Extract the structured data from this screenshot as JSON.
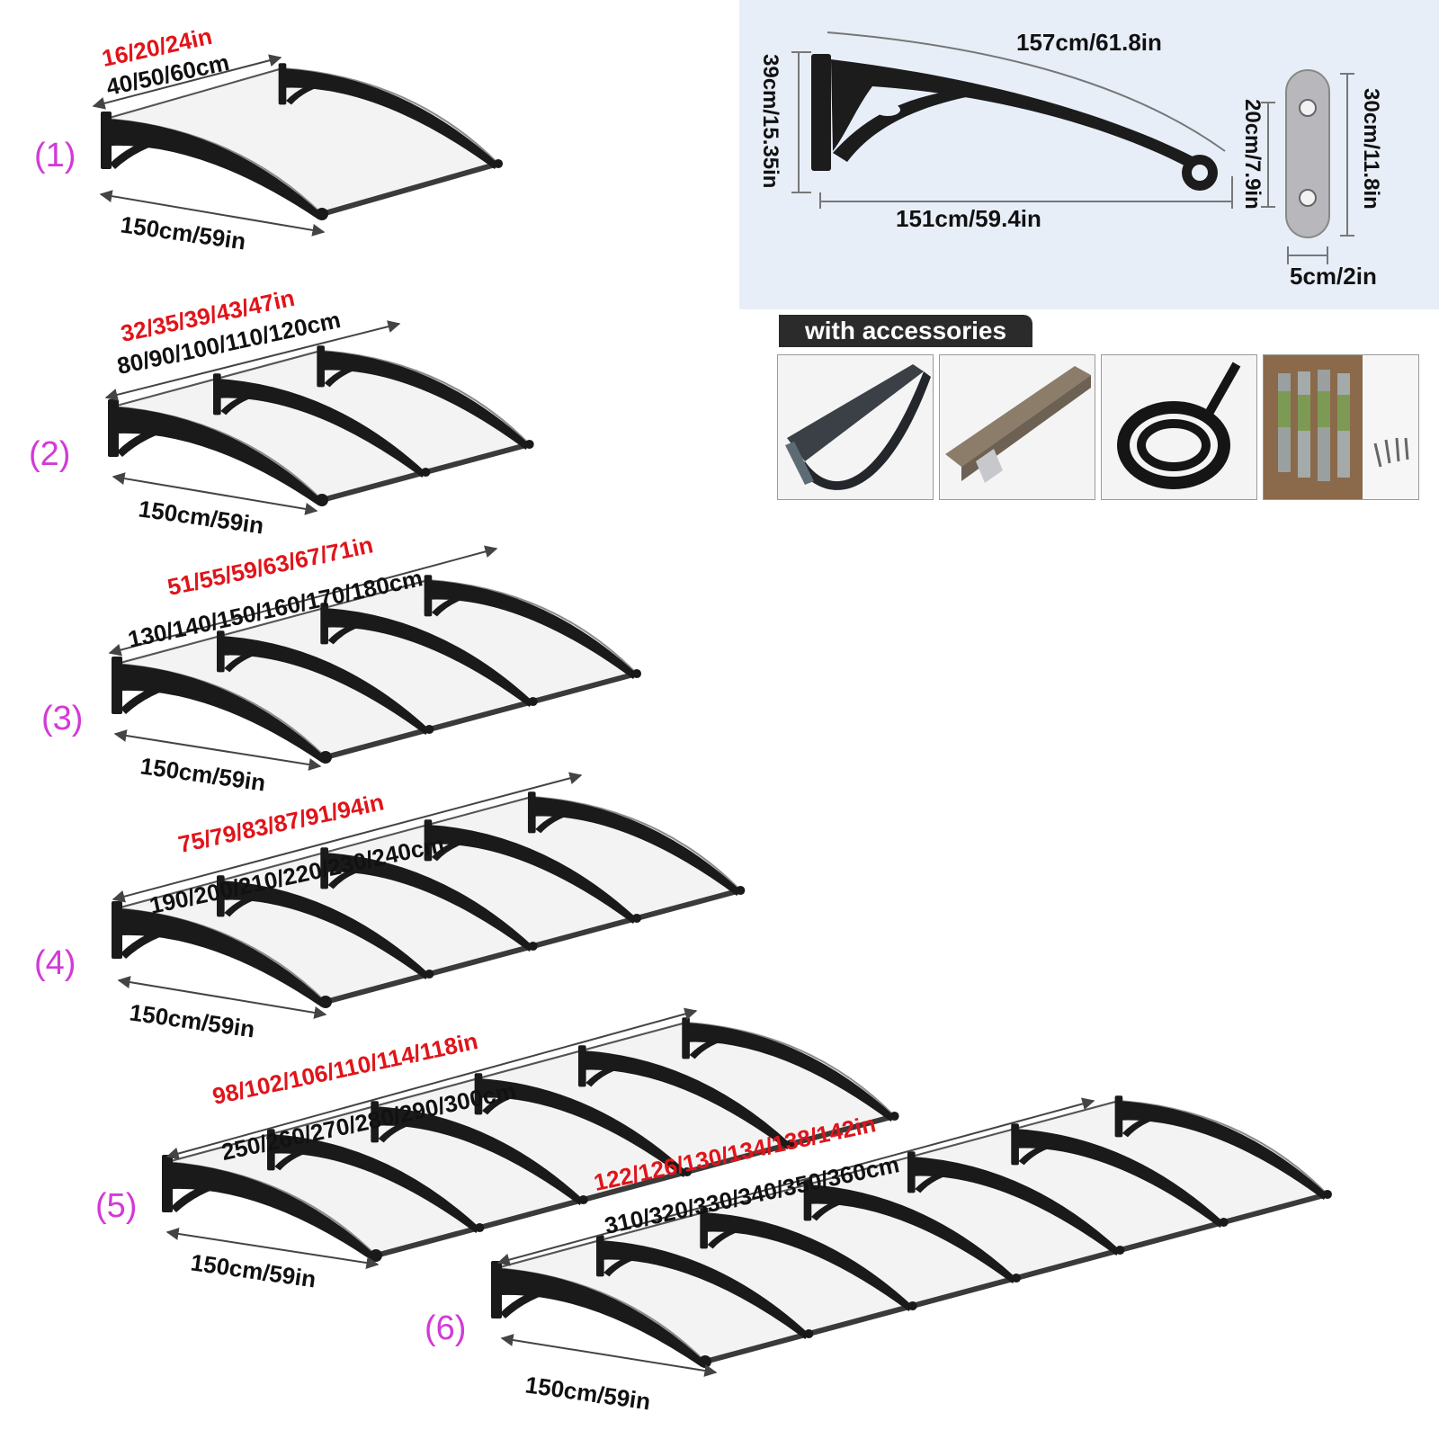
{
  "rows": [
    {
      "label": "(1)",
      "inch_text": "16/20/24in",
      "cm_text": "40/50/60cm",
      "depth_text": "150cm/59in",
      "brackets": 2
    },
    {
      "label": "(2)",
      "inch_text": "32/35/39/43/47in",
      "cm_text": "80/90/100/110/120cm",
      "depth_text": "150cm/59in",
      "brackets": 3
    },
    {
      "label": "(3)",
      "inch_text": "51/55/59/63/67/71in",
      "cm_text": "130/140/150/160/170/180cm",
      "depth_text": "150cm/59in",
      "brackets": 4
    },
    {
      "label": "(4)",
      "inch_text": "75/79/83/87/91/94in",
      "cm_text": "190/200/210/220/230/240cm",
      "depth_text": "150cm/59in",
      "brackets": 5
    },
    {
      "label": "(5)",
      "inch_text": "98/102/106/110/114/118in",
      "cm_text": "250/260/270/280/290/300cm",
      "depth_text": "150cm/59in",
      "brackets": 6
    },
    {
      "label": "(6)",
      "inch_text": "122/126/130/134/138/142in",
      "cm_text": "310/320/330/340/350/360cm",
      "depth_text": "150cm/59in",
      "brackets": 7
    }
  ],
  "bracket_spec": {
    "arc_length": "157cm/61.8in",
    "height": "39cm/15.35in",
    "horizontal_length": "151cm/59.4in",
    "plate_inner": "20cm/7.9in",
    "plate_outer": "30cm/11.8in",
    "plate_width": "5cm/2in"
  },
  "accessories": {
    "title": "with accessories",
    "items": [
      "gutter",
      "aluminium-profile",
      "rubber-seal",
      "expansion-bolts-and-screws"
    ]
  },
  "colors": {
    "label": "#d23ad7",
    "inch": "#e0141a",
    "bracket": "#1a1a1a",
    "panel": "#e8eef8"
  }
}
